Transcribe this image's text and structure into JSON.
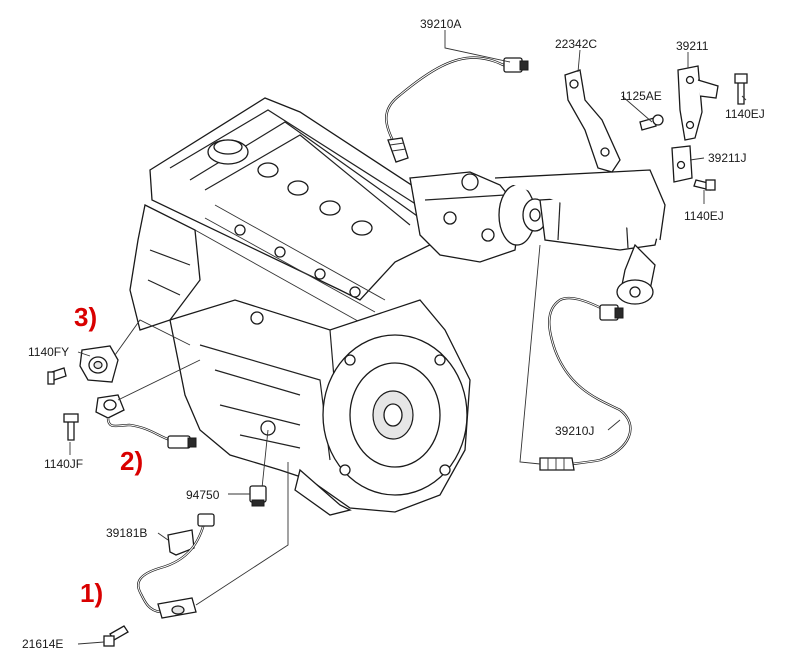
{
  "parts": {
    "p39210A": "39210A",
    "p22342C": "22342C",
    "p39211": "39211",
    "p1125AE": "1125AE",
    "p1140EJ_top": "1140EJ",
    "p39211J": "39211J",
    "p1140EJ_mid": "1140EJ",
    "p1140FY": "1140FY",
    "p1140JF": "1140JF",
    "p94750": "94750",
    "p39181B": "39181B",
    "p21614E": "21614E",
    "p39210J": "39210J"
  },
  "callouts": {
    "c1": "1)",
    "c2": "2)",
    "c3": "3)"
  },
  "colors": {
    "callout": "#d90000",
    "line": "#1a1a1a"
  }
}
